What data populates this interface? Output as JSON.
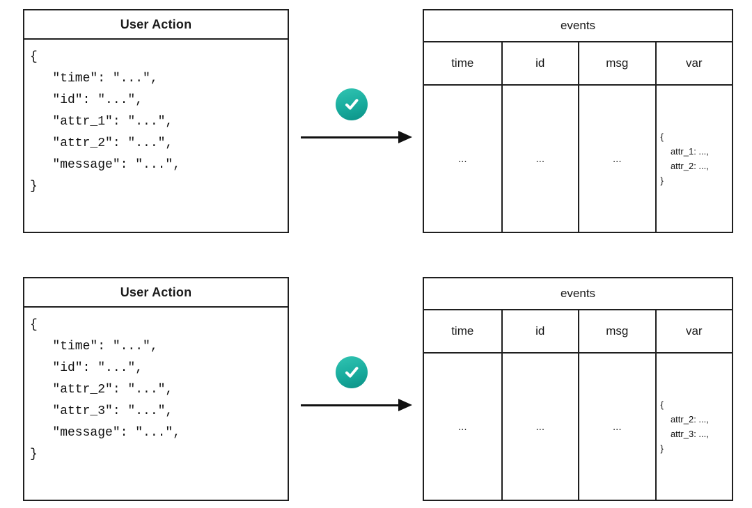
{
  "colors": {
    "accent_teal_start": "#31c4b2",
    "accent_teal_end": "#0b9186",
    "border": "#1f1f1f",
    "text": "#1a1a1a",
    "background": "#ffffff"
  },
  "diagram": {
    "rows": [
      {
        "source": {
          "title": "User Action",
          "code_lines": [
            "{",
            "   \"time\": \"...\",",
            "   \"id\": \"...\",",
            "   \"attr_1\": \"...\",",
            "   \"attr_2\": \"...\",",
            "   \"message\": \"...\",",
            "}"
          ]
        },
        "connector": {
          "icon": "check-icon"
        },
        "table": {
          "title": "events",
          "columns": [
            "time",
            "id",
            "msg",
            "var"
          ],
          "cells": [
            "...",
            "...",
            "..."
          ],
          "var_cell_lines": [
            "{",
            "    attr_1: ...,",
            "    attr_2: ...,",
            "}"
          ]
        }
      },
      {
        "source": {
          "title": "User Action",
          "code_lines": [
            "{",
            "   \"time\": \"...\",",
            "   \"id\": \"...\",",
            "   \"attr_2\": \"...\",",
            "   \"attr_3\": \"...\",",
            "   \"message\": \"...\",",
            "}"
          ]
        },
        "connector": {
          "icon": "check-icon"
        },
        "table": {
          "title": "events",
          "columns": [
            "time",
            "id",
            "msg",
            "var"
          ],
          "cells": [
            "...",
            "...",
            "..."
          ],
          "var_cell_lines": [
            "{",
            "    attr_2: ...,",
            "    attr_3: ...,",
            "}"
          ]
        }
      }
    ]
  }
}
